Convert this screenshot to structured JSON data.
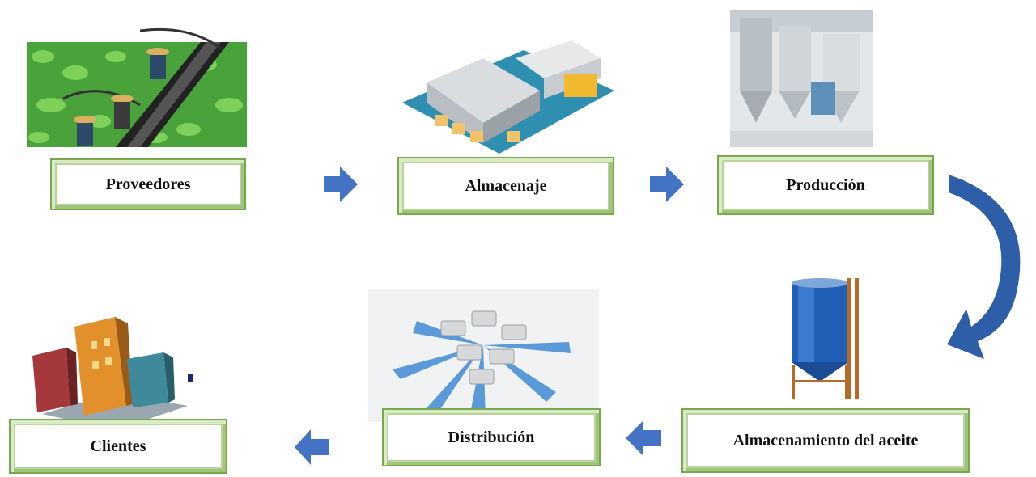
{
  "nodes": {
    "proveedores": {
      "label": "Proveedores"
    },
    "almacenaje": {
      "label": "Almacenaje"
    },
    "produccion": {
      "label": "Producción"
    },
    "almacenamiento": {
      "label": "Almacenamiento del aceite"
    },
    "distribucion": {
      "label": "Distribución"
    },
    "clientes": {
      "label": "Clientes"
    }
  },
  "icons": {
    "proveedores": "farm-workers-icon",
    "almacenaje": "warehouse-icon",
    "produccion": "factory-tanks-icon",
    "almacenamiento": "oil-tank-icon",
    "distribucion": "delivery-trucks-icon",
    "clientes": "city-buildings-icon"
  },
  "colors": {
    "arrow": "#4472c4",
    "box_border": "#7aa84f"
  }
}
